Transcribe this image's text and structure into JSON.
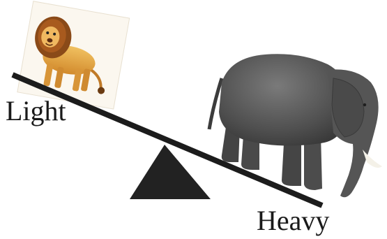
{
  "labels": {
    "light": "Light",
    "heavy": "Heavy"
  },
  "objects": {
    "light_object": "lion",
    "heavy_object": "elephant"
  },
  "colors": {
    "beam": "#1c1c1c",
    "fulcrum": "#222222",
    "elephant": "#5a5a5a",
    "lion": "#d99a3c"
  }
}
